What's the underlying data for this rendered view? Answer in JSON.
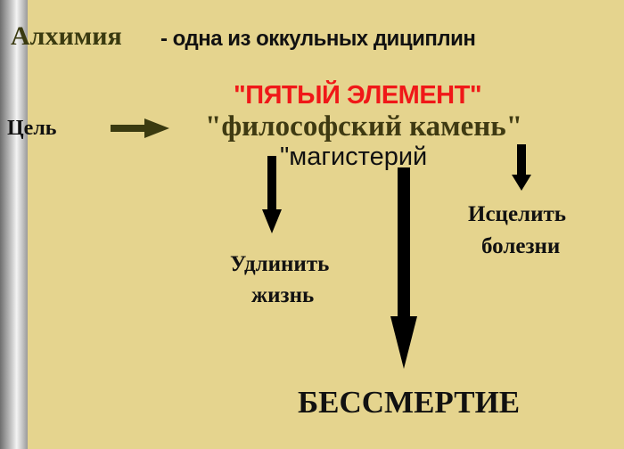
{
  "title": {
    "word": "Алхимия",
    "rest": "- одна из оккульных дициплин"
  },
  "fifth_element": "\"ПЯТЫЙ ЭЛЕМЕНТ\"",
  "goal_label": "Цель",
  "philosopher_stone": "\"философский камень\"",
  "magisterium": "\"магистерий",
  "outcomes": {
    "extend_life": [
      "Удлинить",
      "жизнь"
    ],
    "heal": [
      "Исцелить",
      "болезни"
    ],
    "immortality": "БЕССМЕРТИЕ"
  },
  "colors": {
    "background": "#e5d48e",
    "title_word": "#3a3a10",
    "red": "#f01818",
    "stone": "#3f3a12"
  }
}
